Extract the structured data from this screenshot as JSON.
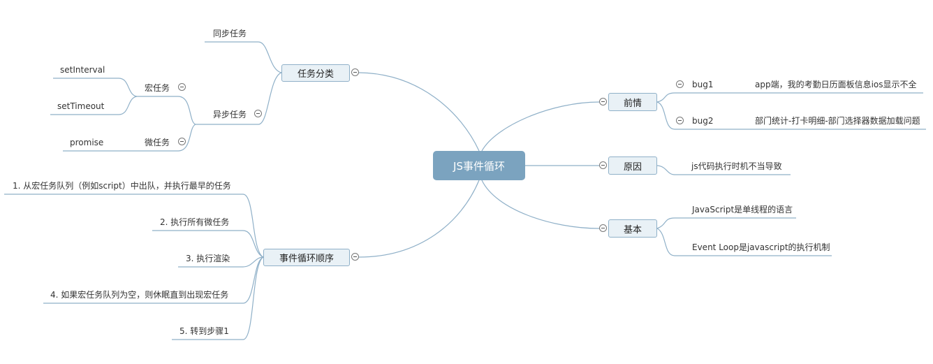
{
  "central": "JS事件循环",
  "left": {
    "task_types": {
      "label": "任务分类",
      "sync": "同步任务",
      "async": {
        "label": "异步任务",
        "macro": {
          "label": "宏任务",
          "items": [
            "setInterval",
            "setTimeout"
          ]
        },
        "micro": {
          "label": "微任务",
          "items": [
            "promise"
          ]
        }
      }
    },
    "loop_order": {
      "label": "事件循环顺序",
      "steps": [
        "1. 从宏任务队列（例如script）中出队，并执行最早的任务",
        "2. 执行所有微任务",
        "3. 执行渲染",
        "4. 如果宏任务队列为空，则休眠直到出现宏任务",
        "5. 转到步骤1"
      ]
    }
  },
  "right": {
    "background": {
      "label": "前情",
      "bugs": [
        {
          "name": "bug1",
          "desc": "app端，我的考勤日历面板信息ios显示不全"
        },
        {
          "name": "bug2",
          "desc": "部门统计-打卡明细-部门选择器数据加载问题"
        }
      ]
    },
    "cause": {
      "label": "原因",
      "text": "js代码执行时机不当导致"
    },
    "basics": {
      "label": "基本",
      "items": [
        "JavaScript是单线程的语言",
        "Event Loop是javascript的执行机制"
      ]
    }
  }
}
